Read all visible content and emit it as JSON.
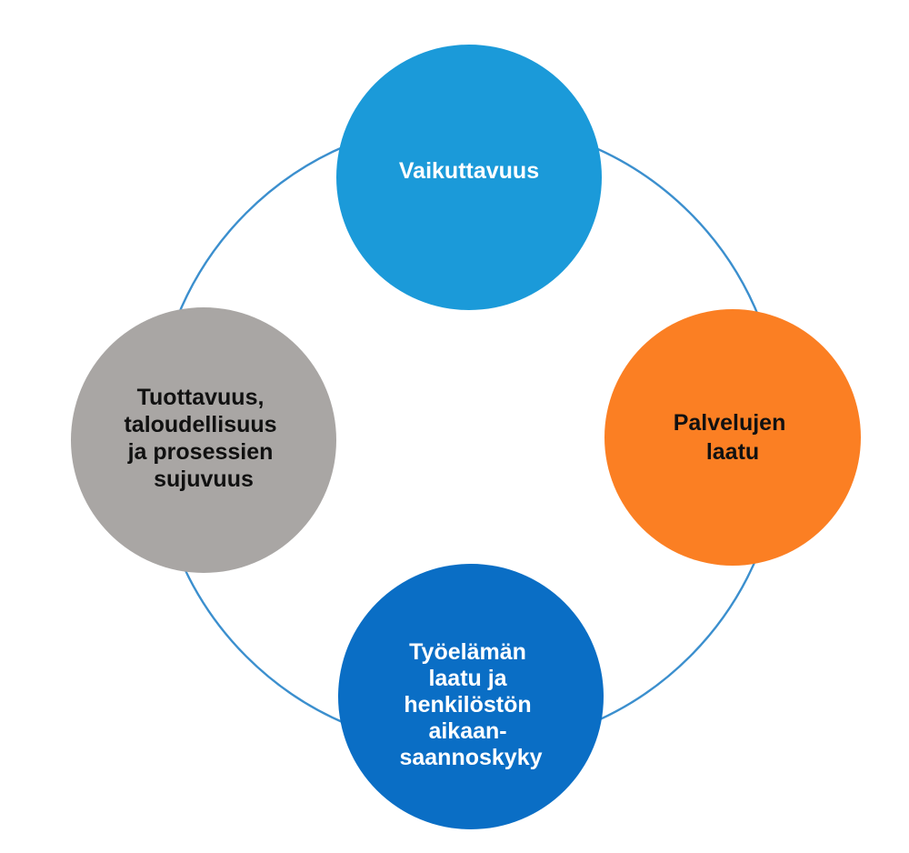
{
  "colors": {
    "ring": "#3b8fce",
    "top": "#1b9ad9",
    "right": "#fb7f23",
    "bottom": "#0a6ec5",
    "left": "#a9a6a4",
    "text_light": "#ffffff",
    "text_dark": "#111111"
  },
  "nodes": {
    "top": {
      "lines": [
        "Vaikuttavuus"
      ]
    },
    "right": {
      "lines": [
        "Palvelujen",
        "laatu"
      ]
    },
    "bottom": {
      "lines": [
        "Työelämän",
        "laatu ja",
        "henkilöstön",
        "aikaan-",
        "saannoskyky"
      ]
    },
    "left": {
      "lines": [
        "Tuottavuus,",
        "taloudellisuus",
        "ja prosessien",
        "sujuvuus"
      ]
    }
  }
}
